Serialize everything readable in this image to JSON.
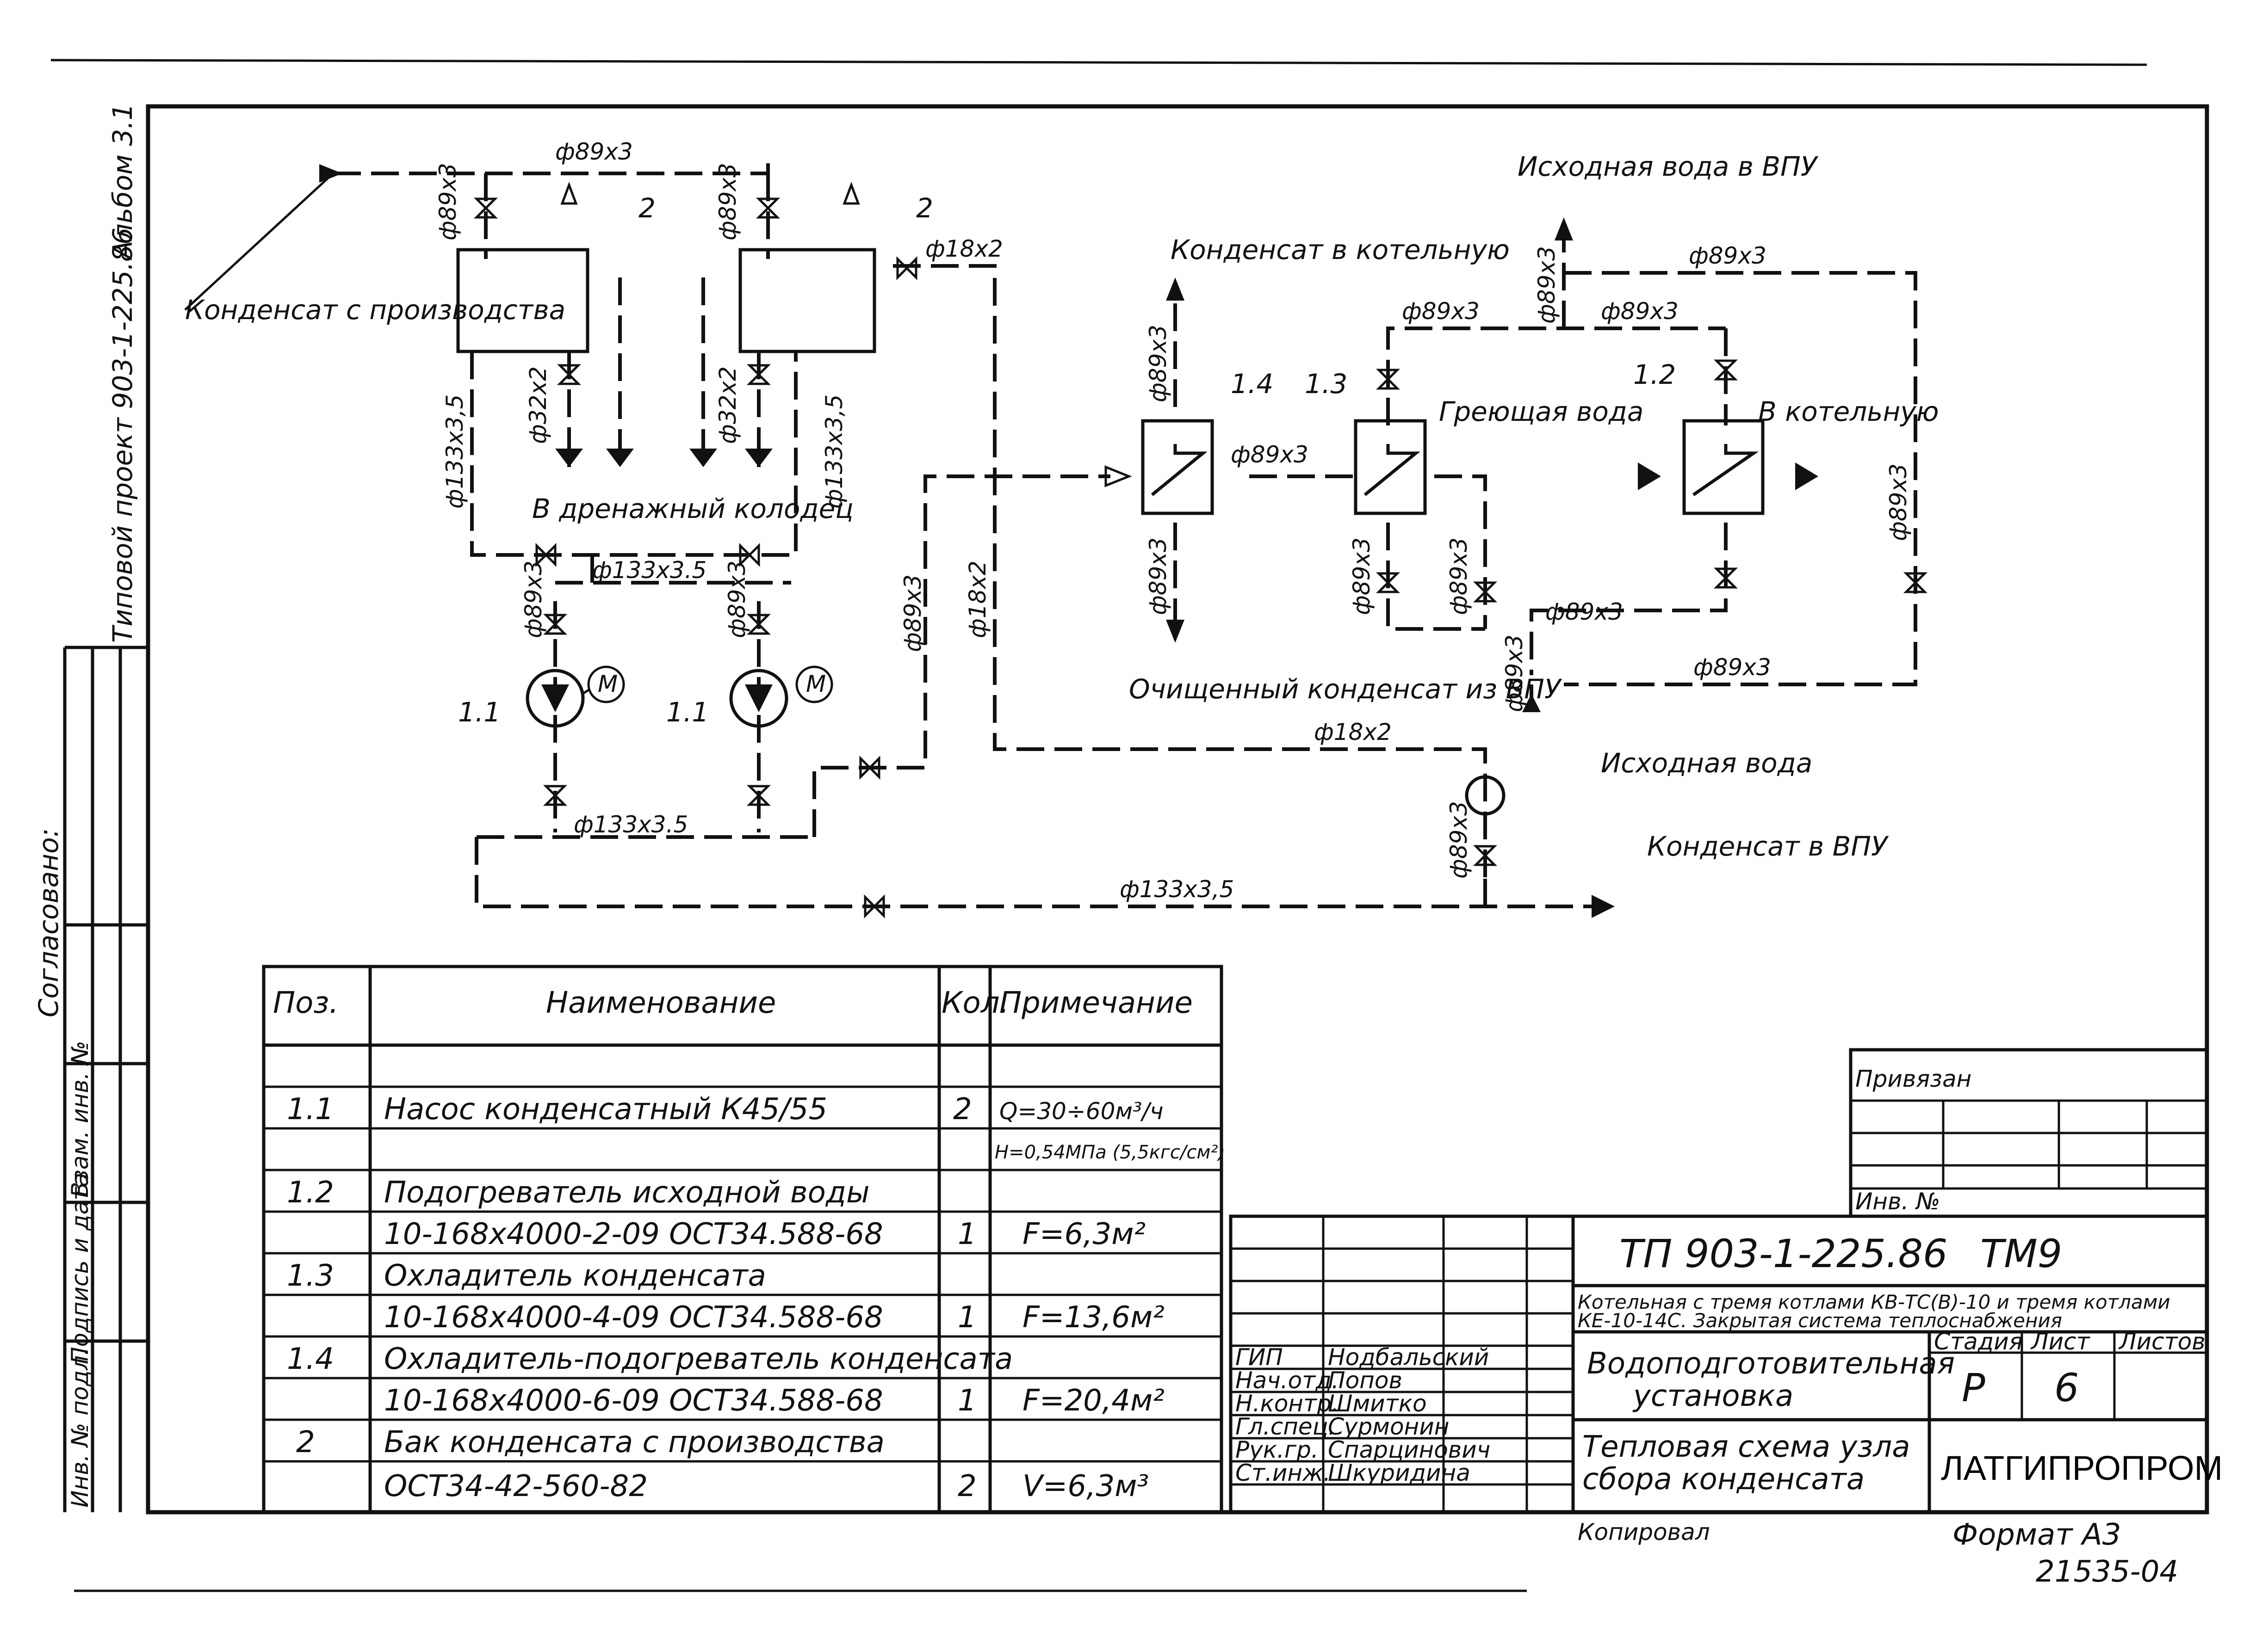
{
  "frame": {
    "side_stamp": "Альбом 3.1",
    "side_project": "Типовой проект 903-1-225.86",
    "side_agreed": "Согласовано:",
    "side_rows": [
      "Инв. № подл.",
      "Подпись и дата",
      "Взам. инв. №"
    ]
  },
  "diagram": {
    "flows": {
      "cond_from_production": "Конденсат с производства",
      "to_drain_well": "В дренажный колодец",
      "cond_to_boiler": "Конденсат в котельную",
      "source_water_to_vpu": "Исходная вода в ВПУ",
      "heating_water": "Греющая вода",
      "to_boiler_room": "В котельную",
      "purified_cond": "Очищенный конденсат из ВПУ",
      "source_water": "Исходная вода",
      "cond_to_vpu": "Конденсат в ВПУ"
    },
    "positions": {
      "tank_1": "2",
      "tank_2": "2",
      "pump_1": "1.1",
      "pump_2": "1.1",
      "hx_14": "1.4",
      "hx_13": "1.3",
      "hx_12": "1.2",
      "motor": "M"
    },
    "pipes": {
      "d89x3": "ф89х3",
      "d133x35": "ф133х3,5",
      "d133x35b": "ф133х3.5",
      "d18x2": "ф18х2",
      "d32x2": "ф32х2"
    }
  },
  "spec_table": {
    "headers": {
      "pos": "Поз.",
      "name": "Наименование",
      "qty": "Кол.",
      "note": "Примечание"
    },
    "rows": [
      {
        "pos": "1.1",
        "name": "Насос конденсатный К45/55",
        "qty": "2",
        "note": "Q=30÷60м³/ч"
      },
      {
        "pos": "",
        "name": "",
        "qty": "",
        "note": "H=0,54МПа (5,5кгс/см²)"
      },
      {
        "pos": "1.2",
        "name": "Подогреватель исходной воды",
        "qty": "",
        "note": ""
      },
      {
        "pos": "",
        "name": "10-168х4000-2-09 ОСТ34.588-68",
        "qty": "1",
        "note": "F=6,3м²"
      },
      {
        "pos": "1.3",
        "name": "Охладитель конденсата",
        "qty": "",
        "note": ""
      },
      {
        "pos": "",
        "name": "10-168х4000-4-09 ОСТ34.588-68",
        "qty": "1",
        "note": "F=13,6м²"
      },
      {
        "pos": "1.4",
        "name": "Охладитель-подогреватель конденсата",
        "qty": "",
        "note": ""
      },
      {
        "pos": "",
        "name": "10-168х4000-6-09 ОСТ34.588-68",
        "qty": "1",
        "note": "F=20,4м²"
      },
      {
        "pos": "2",
        "name": "Бак конденсата с производства",
        "qty": "",
        "note": ""
      },
      {
        "pos": "",
        "name": "ОСТ34-42-560-82",
        "qty": "2",
        "note": "V=6,3м³"
      }
    ]
  },
  "title_block": {
    "bound": "Привязан",
    "inv_no": "Инв. №",
    "doc_code": "ТП 903-1-225.86",
    "sheet_code": "ТМ9",
    "project_line1": "Котельная с тремя котлами КВ-ТС(В)-10 и тремя котлами",
    "project_line2": "КЕ-10-14С. Закрытая система теплоснабжения",
    "object_line1": "Водоподготовительная",
    "object_line2": "установка",
    "sheet_title1": "Тепловая схема узла",
    "sheet_title2": "сбора конденсата",
    "stage_label": "Стадия",
    "sheet_label": "Лист",
    "sheets_label": "Листов",
    "stage": "Р",
    "sheet": "6",
    "org": "ЛАТГИПРОПРОМ",
    "roles": [
      {
        "role": "ГИП",
        "name": "Нодбальский"
      },
      {
        "role": "Нач.отд.",
        "name": "Попов"
      },
      {
        "role": "Н.контр.",
        "name": "Шмитко"
      },
      {
        "role": "Гл.спец.",
        "name": "Сурмонин"
      },
      {
        "role": "Рук.гр.",
        "name": "Спарцинович"
      },
      {
        "role": "Ст.инж.",
        "name": "Шкуридина"
      }
    ],
    "copied": "Копировал",
    "format": "Формат А3",
    "archive": "21535-04"
  }
}
